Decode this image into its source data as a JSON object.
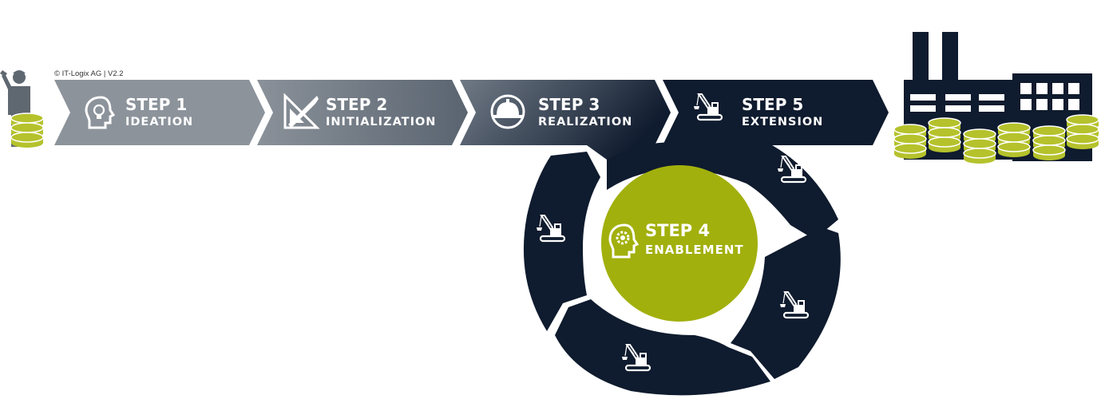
{
  "copyright": "© IT-Logix AG | V2.2",
  "colors": {
    "navy": "#0f1b2e",
    "gray_light": "#8c939b",
    "gray_mid": "#6b7480",
    "lime": "#a2b00d",
    "coin": "#b5c22c"
  },
  "steps": [
    {
      "title": "STEP 1",
      "subtitle": "IDEATION",
      "icon": "lightbulb-head-icon"
    },
    {
      "title": "STEP 2",
      "subtitle": "INITIALIZATION",
      "icon": "ruler-pencil-icon"
    },
    {
      "title": "STEP 3",
      "subtitle": "REALIZATION",
      "icon": "hardhat-icon"
    },
    {
      "title": "STEP 5",
      "subtitle": "EXTENSION",
      "icon": "crane-icon"
    }
  ],
  "center": {
    "title": "STEP 4",
    "subtitle": "ENABLEMENT",
    "icon": "gear-head-icon"
  },
  "cycle_icons": [
    "crane-icon",
    "crane-icon",
    "crane-icon",
    "crane-icon"
  ],
  "left_figure": "worker-with-coins-icon",
  "right_figure": "factory-with-coins-icon"
}
